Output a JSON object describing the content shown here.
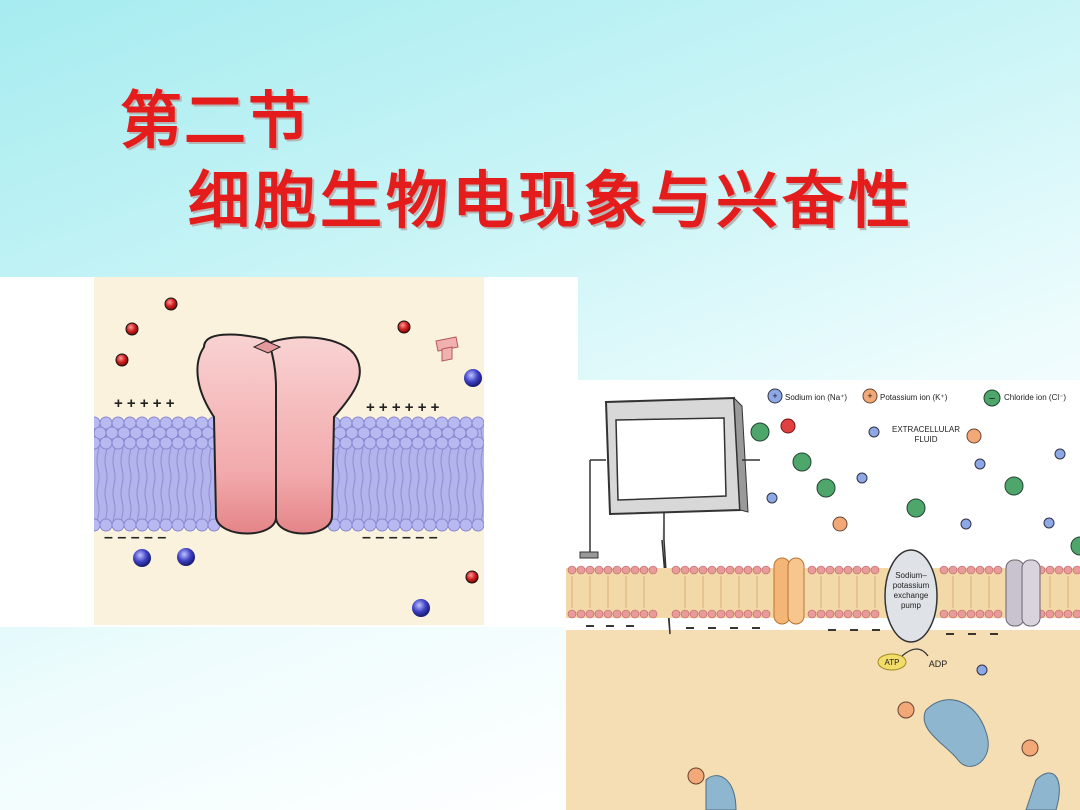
{
  "slide": {
    "title_line1": "第二节",
    "title_line2": "细胞生物电现象与兴奋性"
  },
  "left_figure": {
    "plus_left": "+ + + + +",
    "plus_right": "+ + + + + +",
    "minus_left": "– – – – –",
    "minus_right": "– – – – – –"
  },
  "right_figure": {
    "legend": {
      "sodium": "Sodium ion (Na⁺)",
      "potassium": "Potassium ion (K⁺)",
      "chloride": "Chloride ion (Cl⁻)"
    },
    "extracellular_line1": "EXTRACELLULAR",
    "extracellular_line2": "FLUID",
    "pump_line1": "Sodium–",
    "pump_line2": "potassium",
    "pump_line3": "exchange",
    "pump_line4": "pump",
    "atp": "ATP",
    "adp": "ADP"
  },
  "colors": {
    "title_red": "#e51c1c",
    "channel_pink": "#f4b6b8",
    "membrane_blue": "#a9a9e6",
    "sodium_blue": "#4b4fcf",
    "potassium_orange": "#f3a877",
    "chloride_green": "#4fa66a",
    "intracellular_tan": "#f5ddb4"
  }
}
